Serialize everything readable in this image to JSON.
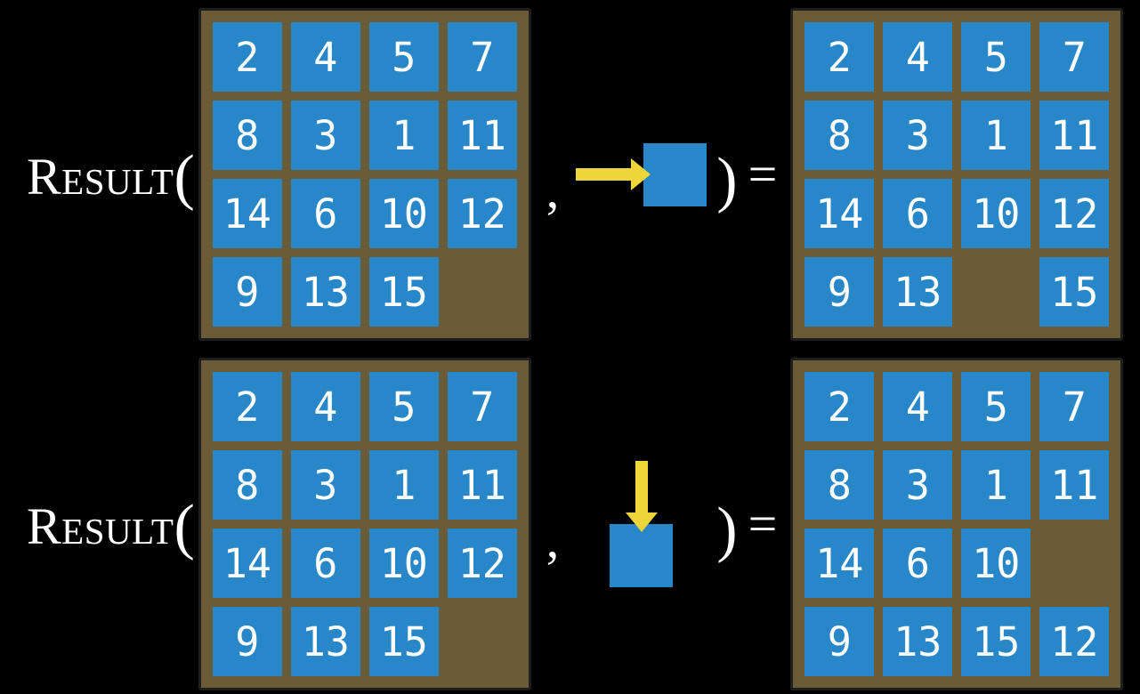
{
  "colors": {
    "background": "#000000",
    "board_brown": "#6b5c38",
    "board_border": "#1e1e1e",
    "tile_blue": "#2787c9",
    "arrow_yellow": "#eed53a",
    "text_white": "#ffffff"
  },
  "equations": [
    {
      "function_name": "Result",
      "open_paren": "(",
      "comma": ",",
      "close_paren": ")",
      "equals": "=",
      "action": {
        "direction": "right",
        "icon": "arrow-right-icon"
      },
      "input_grid": {
        "rows": [
          [
            "2",
            "4",
            "5",
            "7"
          ],
          [
            "8",
            "3",
            "1",
            "11"
          ],
          [
            "14",
            "6",
            "10",
            "12"
          ],
          [
            "9",
            "13",
            "15",
            ""
          ]
        ]
      },
      "output_grid": {
        "rows": [
          [
            "2",
            "4",
            "5",
            "7"
          ],
          [
            "8",
            "3",
            "1",
            "11"
          ],
          [
            "14",
            "6",
            "10",
            "12"
          ],
          [
            "9",
            "13",
            "",
            "15"
          ]
        ]
      }
    },
    {
      "function_name": "Result",
      "open_paren": "(",
      "comma": ",",
      "close_paren": ")",
      "equals": "=",
      "action": {
        "direction": "down",
        "icon": "arrow-down-icon"
      },
      "input_grid": {
        "rows": [
          [
            "2",
            "4",
            "5",
            "7"
          ],
          [
            "8",
            "3",
            "1",
            "11"
          ],
          [
            "14",
            "6",
            "10",
            "12"
          ],
          [
            "9",
            "13",
            "15",
            ""
          ]
        ]
      },
      "output_grid": {
        "rows": [
          [
            "2",
            "4",
            "5",
            "7"
          ],
          [
            "8",
            "3",
            "1",
            "11"
          ],
          [
            "14",
            "6",
            "10",
            ""
          ],
          [
            "9",
            "13",
            "15",
            "12"
          ]
        ]
      }
    }
  ]
}
